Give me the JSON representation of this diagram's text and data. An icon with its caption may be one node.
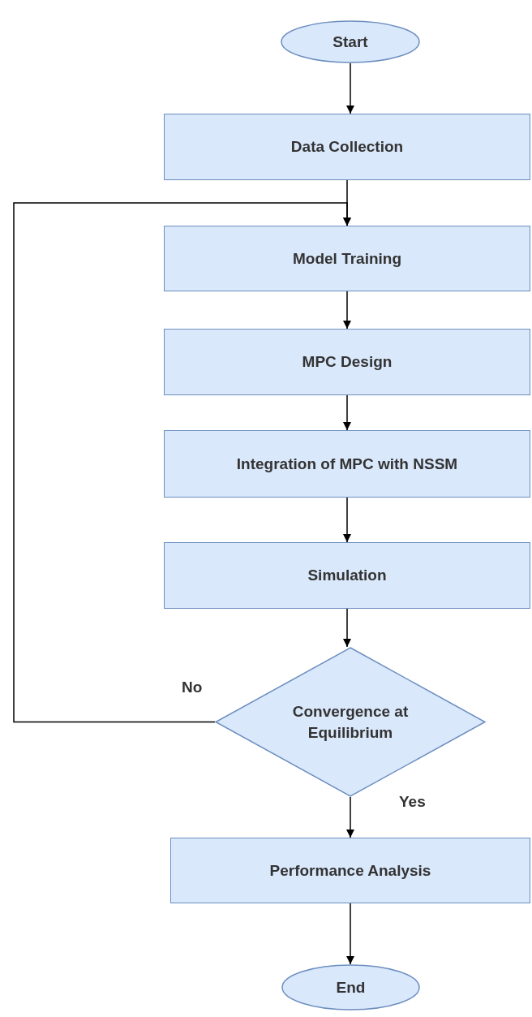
{
  "diagram": {
    "nodes": [
      {
        "text": [
          "Start"
        ]
      },
      {
        "text": [
          "Data Collection"
        ]
      },
      {
        "text": [
          "Model Training"
        ]
      },
      {
        "text": [
          "MPC Design"
        ]
      },
      {
        "text": [
          "Integration of MPC with NSSM"
        ]
      },
      {
        "text": [
          "Simulation"
        ]
      },
      {
        "text": [
          "Convergence at Equilibrium"
        ]
      },
      {
        "text": [
          "Performance Analysis"
        ]
      },
      {
        "text": [
          "End"
        ]
      }
    ],
    "edges": [
      {
        "from": 0,
        "to": 1,
        "arrow": "to"
      },
      {
        "from": 1,
        "to": 2,
        "arrow": "to"
      },
      {
        "from": 2,
        "to": 3,
        "arrow": "to"
      },
      {
        "from": 3,
        "to": 4,
        "arrow": "to"
      },
      {
        "from": 4,
        "to": 5,
        "arrow": "to"
      },
      {
        "from": 5,
        "to": 6,
        "arrow": "to"
      },
      {
        "from": 6,
        "to": 2,
        "arrow": "to",
        "label": "No"
      },
      {
        "from": 6,
        "to": 7,
        "arrow": "to",
        "label": "Yes"
      },
      {
        "from": 7,
        "to": 8,
        "arrow": "to"
      }
    ]
  }
}
